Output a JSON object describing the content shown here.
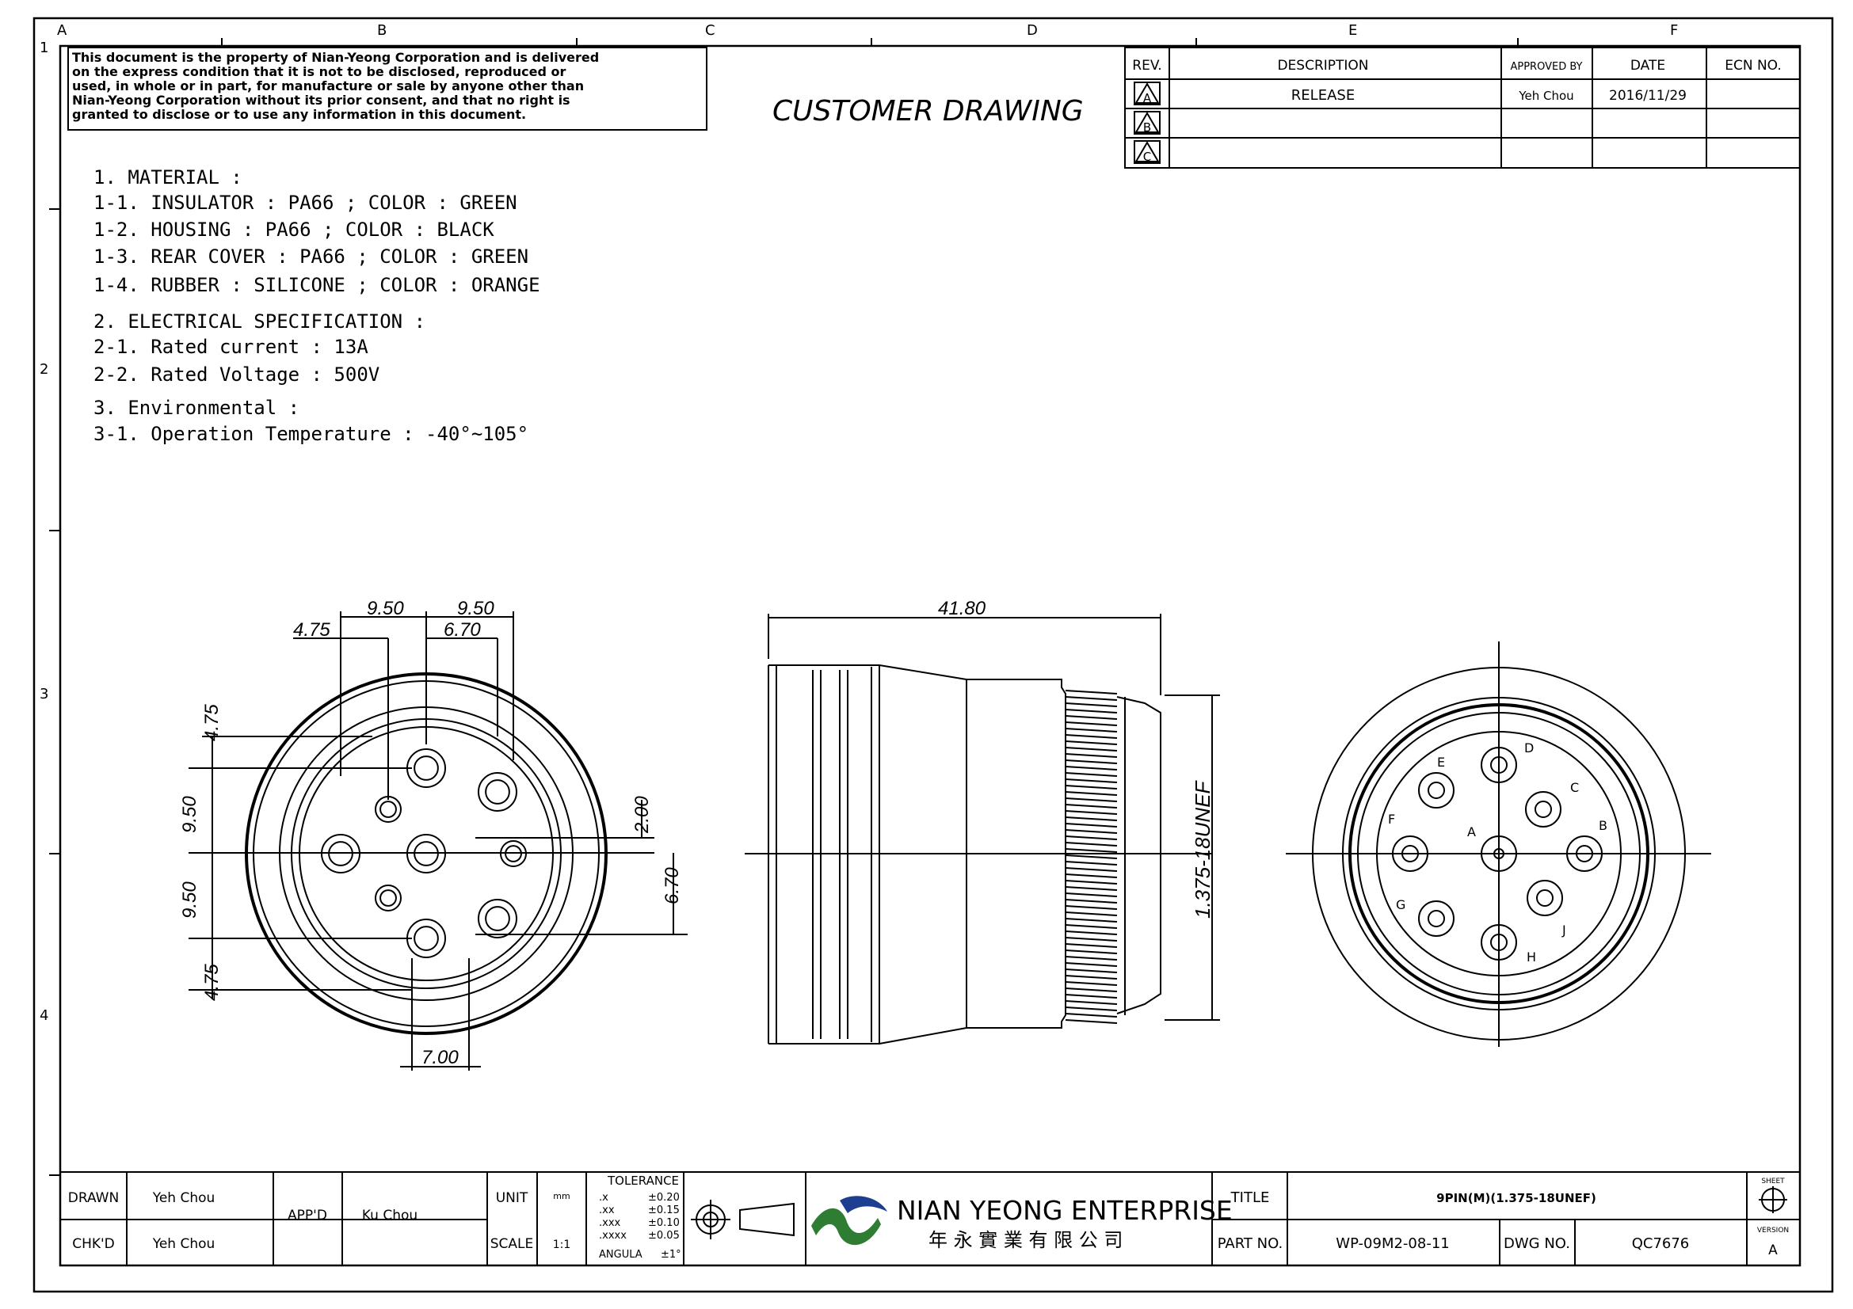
{
  "zones": {
    "top": [
      "A",
      "B",
      "C",
      "D",
      "E",
      "F"
    ],
    "left": [
      "1",
      "2",
      "3",
      "4"
    ]
  },
  "notice": [
    "This document is the property of Nian-Yeong Corporation and is delivered",
    "on  the  express condition that it is not to be disclosed, reproduced or",
    "used, in whole or in part, for manufacture or sale by anyone other than",
    "Nian-Yeong Corporation without  its prior consent, and that  no right  is",
    "granted to disclose or to use any information in this  document."
  ],
  "drawing_title": "CUSTOMER  DRAWING",
  "revision_table": {
    "headers": [
      "REV.",
      "DESCRIPTION",
      "APPROVED BY",
      "DATE",
      "ECN NO."
    ],
    "rows": [
      {
        "rev": "A",
        "description": "RELEASE",
        "approved_by": "Yeh Chou",
        "date": "2016/11/29",
        "ecn": ""
      },
      {
        "rev": "B",
        "description": "",
        "approved_by": "",
        "date": "",
        "ecn": ""
      },
      {
        "rev": "C",
        "description": "",
        "approved_by": "",
        "date": "",
        "ecn": ""
      }
    ]
  },
  "specs": [
    "1. MATERIAL :",
    "    1-1. INSULATOR : PA66 ; COLOR : GREEN",
    "    1-2. HOUSING : PA66 ; COLOR : BLACK",
    "    1-3. REAR COVER : PA66 ; COLOR : GREEN",
    "    1-4. RUBBER : SILICONE ; COLOR : ORANGE",
    "2. ELECTRICAL SPECIFICATION :",
    "    2-1. Rated current : 13A",
    "    2-2. Rated Voltage : 500V",
    "3. Environmental :",
    "    3-1. Operation Temperature : -40°~105°"
  ],
  "dims": {
    "top_950a": "9.50",
    "top_950b": "9.50",
    "top_475": "4.75",
    "top_670": "6.70",
    "left_475a": "4.75",
    "left_950a": "9.50",
    "left_950b": "9.50",
    "left_475b": "4.75",
    "right_200": "2.00",
    "right_670": "6.70",
    "bottom_700": "7.00",
    "side_length": "41.80",
    "thread": "1.375-18UNEF"
  },
  "pin_letters": [
    "A",
    "B",
    "C",
    "D",
    "E",
    "F",
    "G",
    "H",
    "J"
  ],
  "title_block": {
    "drawn_label": "DRAWN",
    "drawn_by": "Yeh Chou",
    "chkd_label": "CHK'D",
    "chkd_by": "Yeh Chou",
    "app_label": "APP'D",
    "app_by": "Ku Chou",
    "unit_label": "UNIT",
    "unit_value": "mm",
    "scale_label": "SCALE",
    "scale_value": "1:1",
    "tolerance_label": "TOLERANCE",
    "tolerances": [
      {
        "k": ".x",
        "v": "±0.20"
      },
      {
        "k": ".xx",
        "v": "±0.15"
      },
      {
        "k": ".xxx",
        "v": "±0.10"
      },
      {
        "k": ".xxxx",
        "v": "±0.05"
      },
      {
        "k": "ANGULA",
        "v": "±1°"
      }
    ],
    "company_en": "NIAN YEONG ENTERPRISE",
    "company_zh": "年 永 實 業 有 限 公 司",
    "title_label": "TITLE",
    "title_value": "9PIN(M)(1.375-18UNEF)",
    "part_label": "PART NO.",
    "part_value": "WP-09M2-08-11",
    "dwg_label": "DWG NO.",
    "dwg_value": "QC7676",
    "sheet_label": "SHEET",
    "version_label": "VERSION",
    "version_value": "A"
  }
}
